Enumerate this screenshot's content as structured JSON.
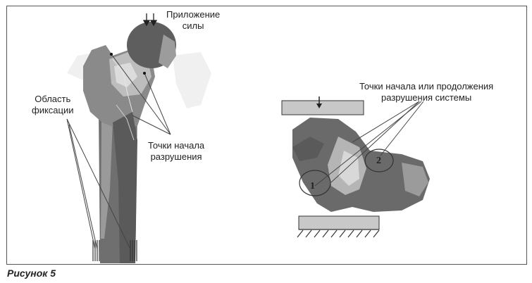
{
  "labels": {
    "force_line1": "Приложение",
    "force_line2": "силы",
    "fixation_line1": "Область",
    "fixation_line2": "фиксации",
    "fracture_line1": "Точки начала",
    "fracture_line2": "разрушения",
    "propagation_line1": "Точки начала или продолжения",
    "propagation_line2": "разрушения системы",
    "marker_1": "1",
    "marker_2": "2"
  },
  "caption": "Рисунок 5"
}
